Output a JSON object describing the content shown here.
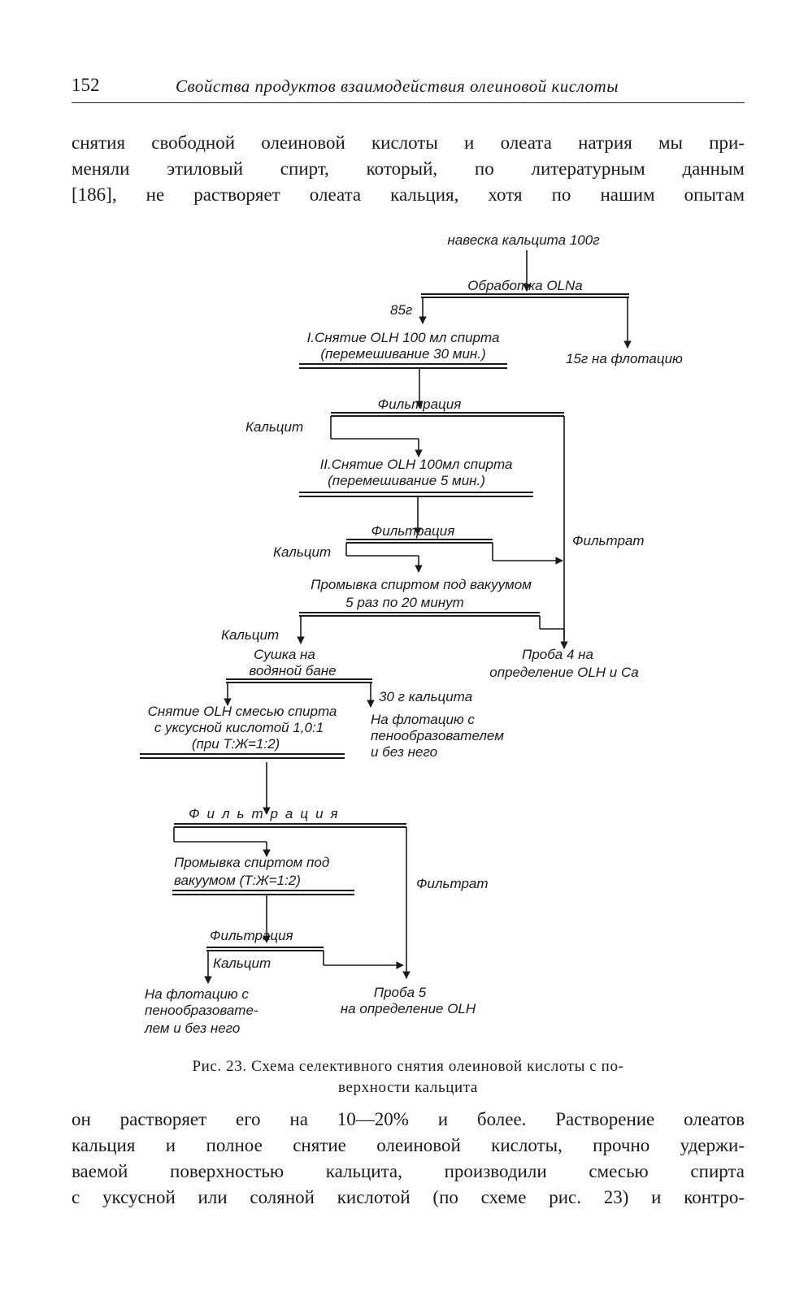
{
  "header": {
    "page_number": "152",
    "running_title": "Свойства продуктов взаимодействия олеиновой кислоты"
  },
  "text_top": [
    "снятия свободной олеиновой кислоты и олеата натрия мы при-",
    "меняли этиловый спирт, который, по литературным данным",
    "[186], не растворяет олеата кальция, хотя по нашим опытам"
  ],
  "diagram": {
    "sample": "навеска кальцита 100г",
    "treatment": "Обработка OLNa",
    "amount_85": "85г",
    "flot_15": "15г на флотацию",
    "step1_line1": "I.Снятие OLH 100 мл спирта",
    "step1_line2": "(перемешивание 30 мин.)",
    "filtration1": "Фильтрация",
    "calcite1": "Кальцит",
    "step2_line1": "II.Снятие OLH 100мл спирта",
    "step2_line2": "(перемешивание 5 мин.)",
    "filtration2": "Фильтрация",
    "calcite2": "Кальцит",
    "filtrate1": "Фильтрат",
    "wash_line1": "Промывка спиртом под вакуумом",
    "wash_line2": "5 раз по 20 минут",
    "calcite3": "Кальцит",
    "drying_line1": "Сушка на",
    "drying_line2": "водяной бане",
    "probe4_line1": "Проба 4 на",
    "probe4_line2": "определение OLH и Ca",
    "calcite30": "30 г кальцита",
    "flot2_line1": "На флотацию с",
    "flot2_line2": "пенообразователем",
    "flot2_line3": "и без него",
    "step3_line1": "Снятие OLH смесью спирта",
    "step3_line2": "с уксусной кислотой 1,0:1",
    "step3_line3": "(при Т:Ж=1:2)",
    "filtration3": "Фильтрация",
    "wash2_line1": "Промывка спиртом под",
    "wash2_line2": "вакуумом (Т:Ж=1:2)",
    "filtrate2": "Фильтрат",
    "filtration4": "Фильтрация",
    "calcite4": "Кальцит",
    "flot3_line1": "На флотацию с",
    "flot3_line2": "пенообразовате-",
    "flot3_line3": "лем и без него",
    "probe5_line1": "Проба 5",
    "probe5_line2": "на определение OLH"
  },
  "caption": {
    "line1": "Рис. 23. Схема селективного снятия олеиновой кислоты с по-",
    "line2": "верхности кальцита"
  },
  "text_bottom": [
    "он растворяет его на 10—20% и более. Растворение олеатов",
    "кальция и полное снятие олеиновой кислоты, прочно удержи-",
    "ваемой поверхностью кальцита, производили смесью спирта",
    "с уксусной или соляной кислотой (по схеме рис. 23) и контро-"
  ]
}
